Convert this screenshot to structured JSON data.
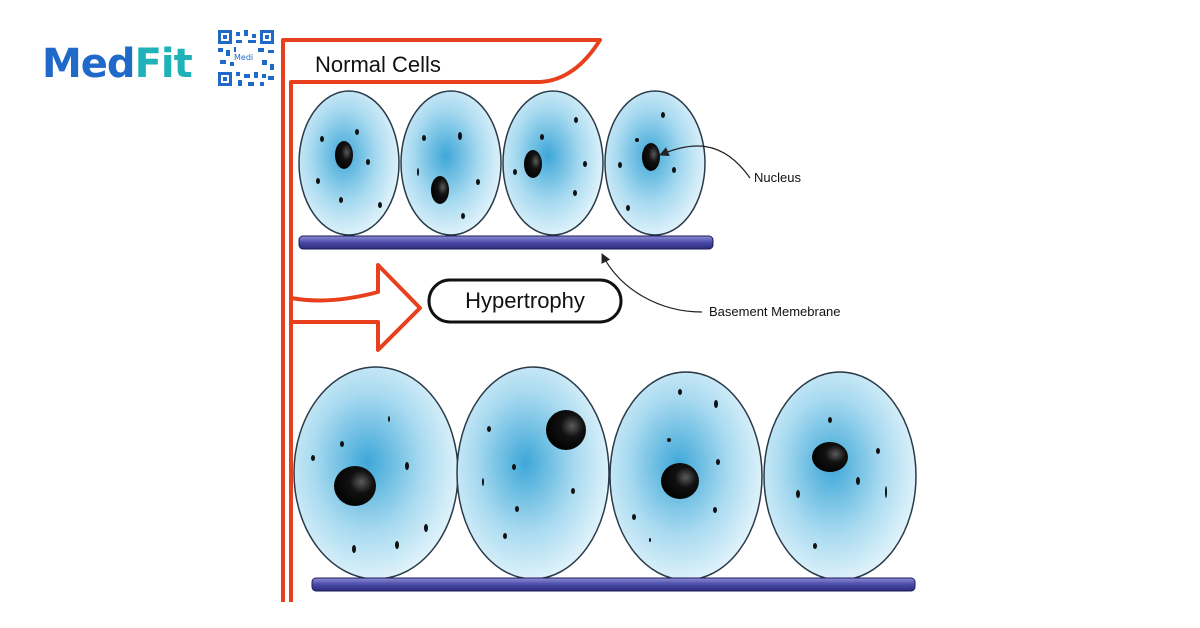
{
  "brand": {
    "name_part1": "Med",
    "name_part2": "Fit",
    "qr_text": "Medi",
    "colors": {
      "primary": "#1f69c9",
      "accent": "#1fb3b8",
      "pink": "#e0457b"
    }
  },
  "diagram": {
    "top_label": "Normal Cells",
    "process_label": "Hypertrophy",
    "nucleus_label": "Nucleus",
    "membrane_label": "Basement Memebrane",
    "colors": {
      "bracket": "#e8401c",
      "membrane": "#4a4aa8",
      "cell_edge": "#2a3b4a",
      "cell_light": "#e8f6fc",
      "cell_dark": "#3ea7d8"
    }
  }
}
